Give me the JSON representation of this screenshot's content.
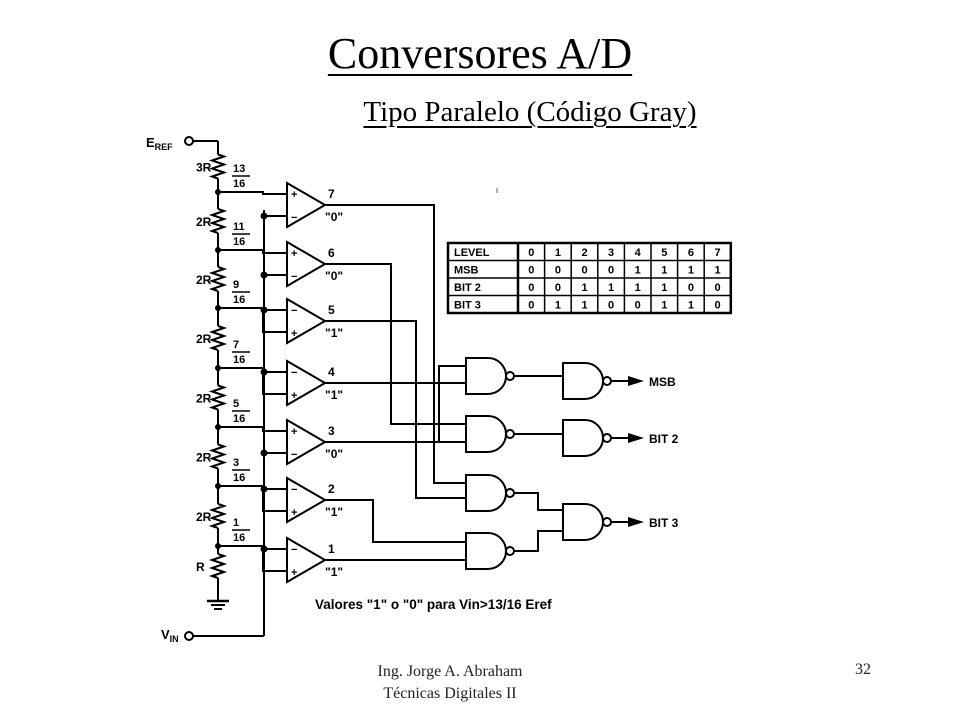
{
  "slide": {
    "title": "Conversores A/D",
    "subtitle": "Tipo Paralelo (Código Gray)",
    "footer_line1": "Ing. Jorge A. Abraham",
    "footer_line2": "Técnicas Digitales II",
    "page_number": "32"
  },
  "diagram": {
    "eref_label": "E",
    "eref_sub": "REF",
    "vin_label": "V",
    "vin_sub": "IN",
    "resistors": [
      "3R",
      "2R",
      "2R",
      "2R",
      "2R",
      "2R",
      "2R",
      "R"
    ],
    "taps": [
      {
        "num": "13",
        "den": "16"
      },
      {
        "num": "11",
        "den": "16"
      },
      {
        "num": "9",
        "den": "16"
      },
      {
        "num": "7",
        "den": "16"
      },
      {
        "num": "5",
        "den": "16"
      },
      {
        "num": "3",
        "den": "16"
      },
      {
        "num": "1",
        "den": "16"
      }
    ],
    "comparators": [
      {
        "num": "7",
        "state": "\"0\"",
        "top_sign": "+",
        "bottom_sign": "−"
      },
      {
        "num": "6",
        "state": "\"0\"",
        "top_sign": "+",
        "bottom_sign": "−"
      },
      {
        "num": "5",
        "state": "\"1\"",
        "top_sign": "−",
        "bottom_sign": "+"
      },
      {
        "num": "4",
        "state": "\"1\"",
        "top_sign": "−",
        "bottom_sign": "+"
      },
      {
        "num": "3",
        "state": "\"0\"",
        "top_sign": "+",
        "bottom_sign": "−"
      },
      {
        "num": "2",
        "state": "\"1\"",
        "top_sign": "−",
        "bottom_sign": "+"
      },
      {
        "num": "1",
        "state": "\"1\"",
        "top_sign": "−",
        "bottom_sign": "+"
      }
    ],
    "outputs": [
      "MSB",
      "BIT 2",
      "BIT 3"
    ],
    "note": "Valores \"1\" o \"0\" para Vin>13/16 Eref",
    "table": {
      "rows": [
        [
          "LEVEL",
          "0",
          "1",
          "2",
          "3",
          "4",
          "5",
          "6",
          "7"
        ],
        [
          "MSB",
          "0",
          "0",
          "0",
          "0",
          "1",
          "1",
          "1",
          "1"
        ],
        [
          "BIT 2",
          "0",
          "0",
          "1",
          "1",
          "1",
          "1",
          "0",
          "0"
        ],
        [
          "BIT 3",
          "0",
          "1",
          "1",
          "0",
          "0",
          "1",
          "1",
          "0"
        ]
      ]
    }
  }
}
